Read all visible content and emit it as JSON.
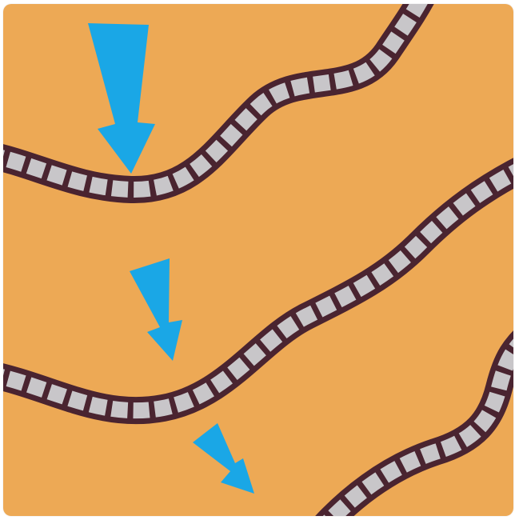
{
  "colors": {
    "background": "#EDA955",
    "track": "#4A2430",
    "tile": "#C8C6C9",
    "arrow": "#1AA7E6"
  },
  "tracks": [
    {
      "name": "top-track"
    },
    {
      "name": "middle-track"
    },
    {
      "name": "bottom-track"
    }
  ],
  "arrows": [
    {
      "name": "large-arrow"
    },
    {
      "name": "medium-arrow"
    },
    {
      "name": "small-arrow"
    }
  ]
}
